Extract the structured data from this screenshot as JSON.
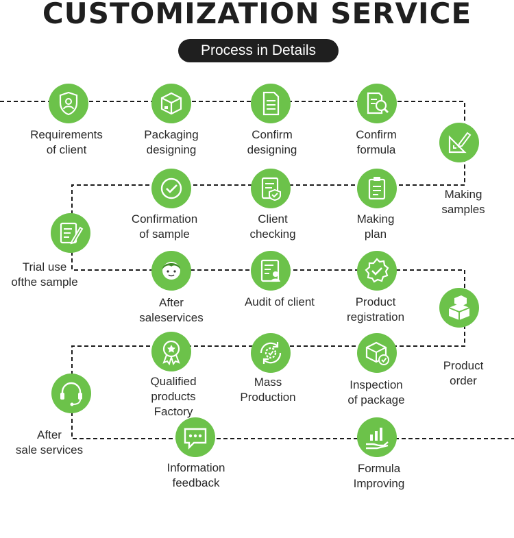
{
  "header": {
    "title": "CUSTOMIZATION SERVICE",
    "subtitle": "Process in Details"
  },
  "accent_color": "#6cc24a",
  "steps": [
    {
      "label": "Requirements\nof client",
      "icon": "shield-user-icon"
    },
    {
      "label": "Packaging\ndesigning",
      "icon": "box-icon"
    },
    {
      "label": "Confirm\ndesigning",
      "icon": "document-list-icon"
    },
    {
      "label": "Confirm\nformula",
      "icon": "formula-search-icon"
    },
    {
      "label": "Making\nsamples",
      "icon": "drafting-tools-icon"
    },
    {
      "label": "Making\nplan",
      "icon": "clipboard-icon"
    },
    {
      "label": "Client\nchecking",
      "icon": "document-check-icon"
    },
    {
      "label": "Confirmation\nof sample",
      "icon": "check-circle-icon"
    },
    {
      "label": "Trial use\nofthe sample",
      "icon": "note-pen-icon"
    },
    {
      "label": "After\nsaleservices",
      "icon": "person-icon"
    },
    {
      "label": "Audit of client",
      "icon": "audit-document-icon"
    },
    {
      "label": "Product\nregistration",
      "icon": "verified-badge-icon"
    },
    {
      "label": "Product\norder",
      "icon": "boxes-icon"
    },
    {
      "label": "Inspection\nof package",
      "icon": "package-check-icon"
    },
    {
      "label": "Mass\nProduction",
      "icon": "gear-cycle-icon"
    },
    {
      "label": "Qualified\nproducts\nFactory",
      "icon": "award-ribbon-icon"
    },
    {
      "label": "After\nsale services",
      "icon": "headset-icon"
    },
    {
      "label": "Information\nfeedback",
      "icon": "chat-bubble-icon"
    },
    {
      "label": "Formula\nImproving",
      "icon": "hand-chart-icon"
    }
  ]
}
